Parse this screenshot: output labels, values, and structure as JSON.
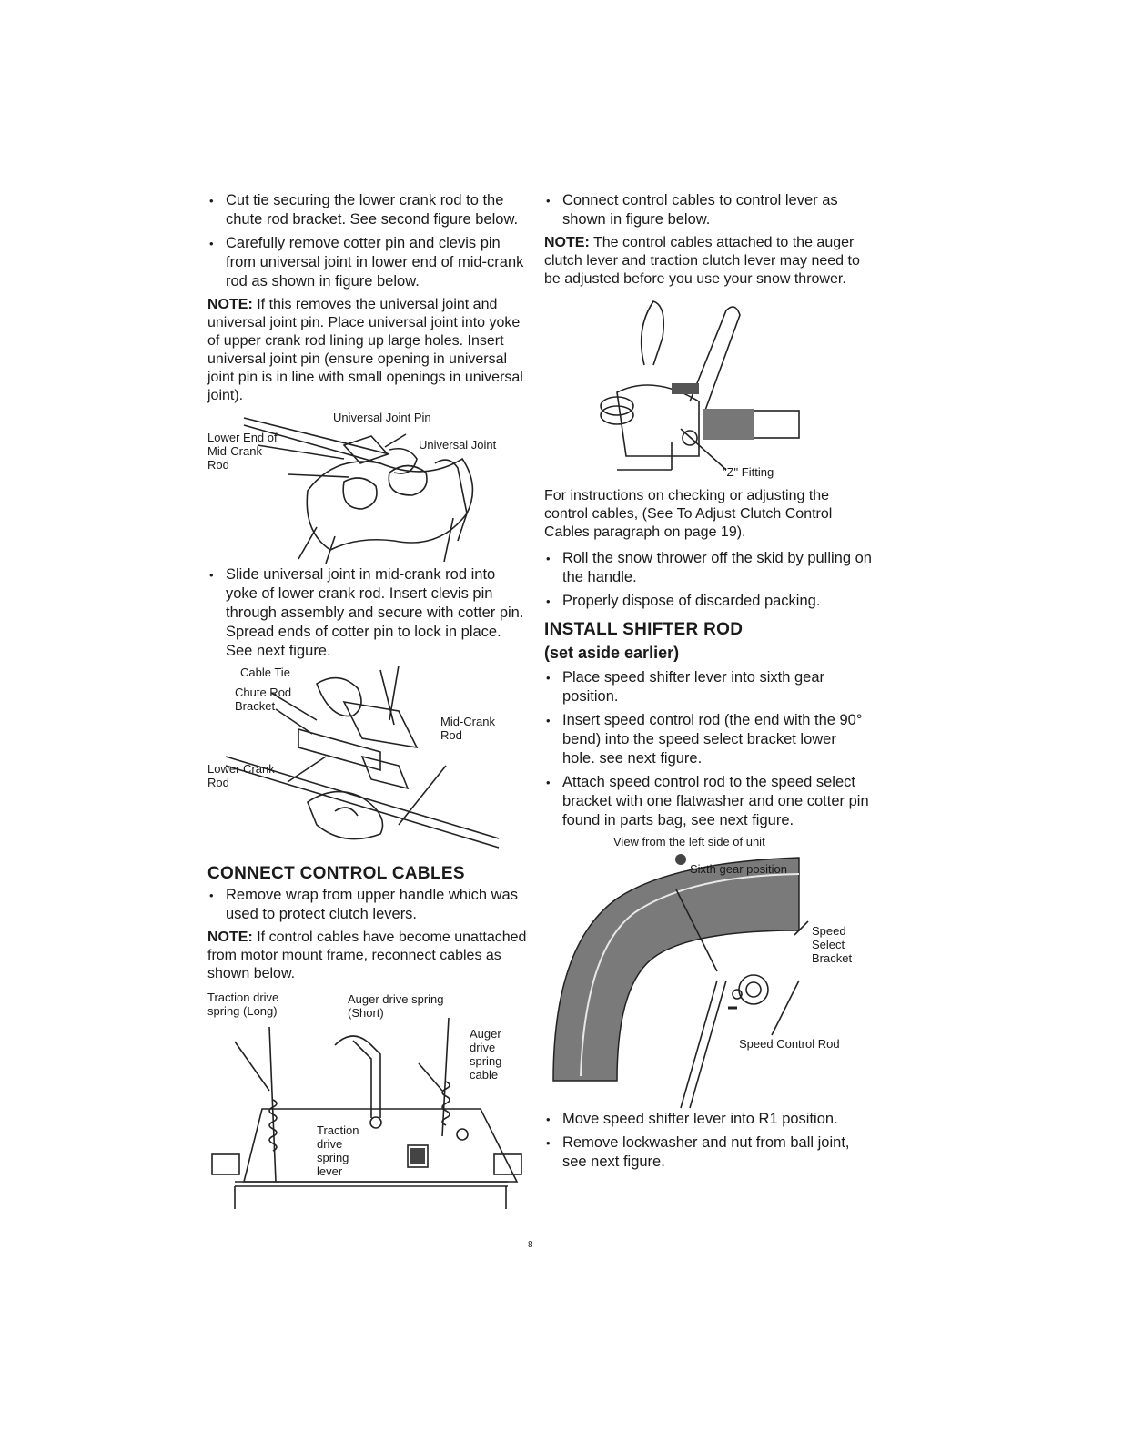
{
  "left": {
    "bullets_a": [
      "Cut tie securing the lower crank rod to the chute rod bracket. See second figure below.",
      "Carefully remove cotter pin and clevis pin from universal joint in lower end of mid-crank rod as shown in figure below."
    ],
    "note1_label": "NOTE:",
    "note1_text": "If this removes the universal joint and universal joint pin. Place universal joint into yoke of upper crank rod lining up large holes. Insert universal joint pin (ensure opening in universal joint pin is in line with small openings in universal joint).",
    "fig1": {
      "label_pin": "Universal Joint Pin",
      "label_lower_end": "Lower End of Mid-Crank Rod",
      "label_joint": "Universal Joint"
    },
    "bullet_b": "Slide universal joint in mid-crank rod into yoke of lower crank rod. Insert clevis pin through assembly and secure with cotter pin. Spread ends of cotter pin to lock in place. See next figure.",
    "fig2": {
      "label_cable_tie": "Cable Tie",
      "label_chute": "Chute Rod Bracket",
      "label_midcrank": "Mid-Crank Rod",
      "label_lower": "Lower Crank Rod"
    },
    "section_title": "CONNECT CONTROL CABLES",
    "bullet_c": "Remove wrap from upper handle which was used to protect clutch levers.",
    "note2_label": "NOTE:",
    "note2_text": "If control cables have become unattached from motor mount frame, reconnect cables as shown below.",
    "fig3": {
      "label_traction": "Traction drive spring (Long)",
      "label_auger": "Auger drive spring (Short)",
      "label_auger_cable": "Auger drive spring cable",
      "label_traction_lever": "Traction drive spring lever"
    }
  },
  "right": {
    "bullet_a": "Connect control cables to control lever as shown in figure below.",
    "note_label": "NOTE:",
    "note_text": "The control cables attached to the auger clutch lever and traction clutch lever may need to be adjusted before you use your snow thrower.",
    "fig4": {
      "label_z": "\"Z\" Fitting"
    },
    "para": "For instructions on checking or adjusting the control cables, (See To Adjust Clutch Control Cables paragraph on page 19).",
    "bullets_b": [
      "Roll the snow thrower off the skid by pulling on the handle.",
      "Properly dispose of discarded packing."
    ],
    "section_title": "INSTALL SHIFTER ROD",
    "section_sub": "(set aside earlier)",
    "bullets_c": [
      "Place speed shifter lever into sixth gear position.",
      "Insert speed control rod (the end with the 90° bend) into the speed select bracket lower hole. see next figure.",
      "Attach speed control rod to the speed select bracket with one flatwasher and one cotter pin found in parts bag, see next figure."
    ],
    "fig5": {
      "caption": "View from the left side of unit",
      "label_sixth": "Sixth gear position",
      "label_bracket": "Speed Select Bracket",
      "label_rod": "Speed Control Rod"
    },
    "bullets_d": [
      "Move speed shifter lever into R1 position.",
      "Remove lockwasher and nut from ball joint, see next figure."
    ]
  },
  "page_number": "8"
}
